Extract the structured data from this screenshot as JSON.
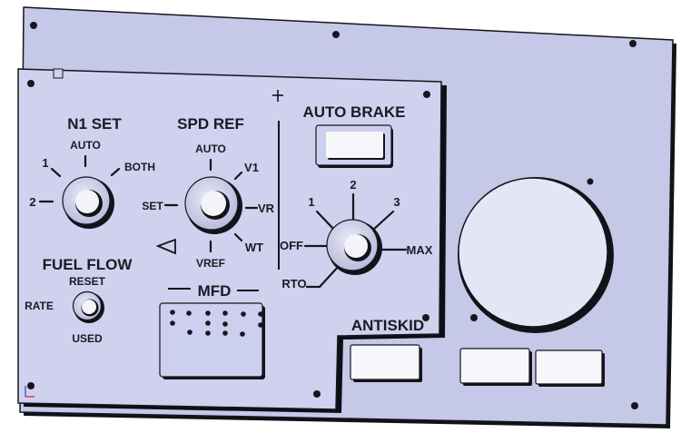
{
  "panel_labels": {
    "n1_set": "N1 SET",
    "spd_ref": "SPD REF",
    "auto_brake": "AUTO BRAKE",
    "fuel_flow": "FUEL FLOW",
    "mfd": "MFD",
    "antiskid": "ANTISKID"
  },
  "n1_set_positions": [
    "2",
    "1",
    "AUTO",
    "BOTH"
  ],
  "spd_ref_positions": [
    "SET",
    "AUTO",
    "V1",
    "VR",
    "WT",
    "VREF"
  ],
  "fuel_flow_positions": [
    "RATE",
    "RESET",
    "USED"
  ],
  "auto_brake_positions": [
    "RTO",
    "OFF",
    "1",
    "2",
    "3",
    "MAX"
  ],
  "colors": {
    "panel_face": "#cfd1ee",
    "panel_back": "#c6c8e8",
    "edge_dark": "#15151c",
    "window_face": "#f6f6fb",
    "knob_center": "#f4f4f8"
  },
  "icons": {
    "triangle_mark": "triangle-left-icon",
    "crosshair_mark": "crosshair-icon"
  }
}
